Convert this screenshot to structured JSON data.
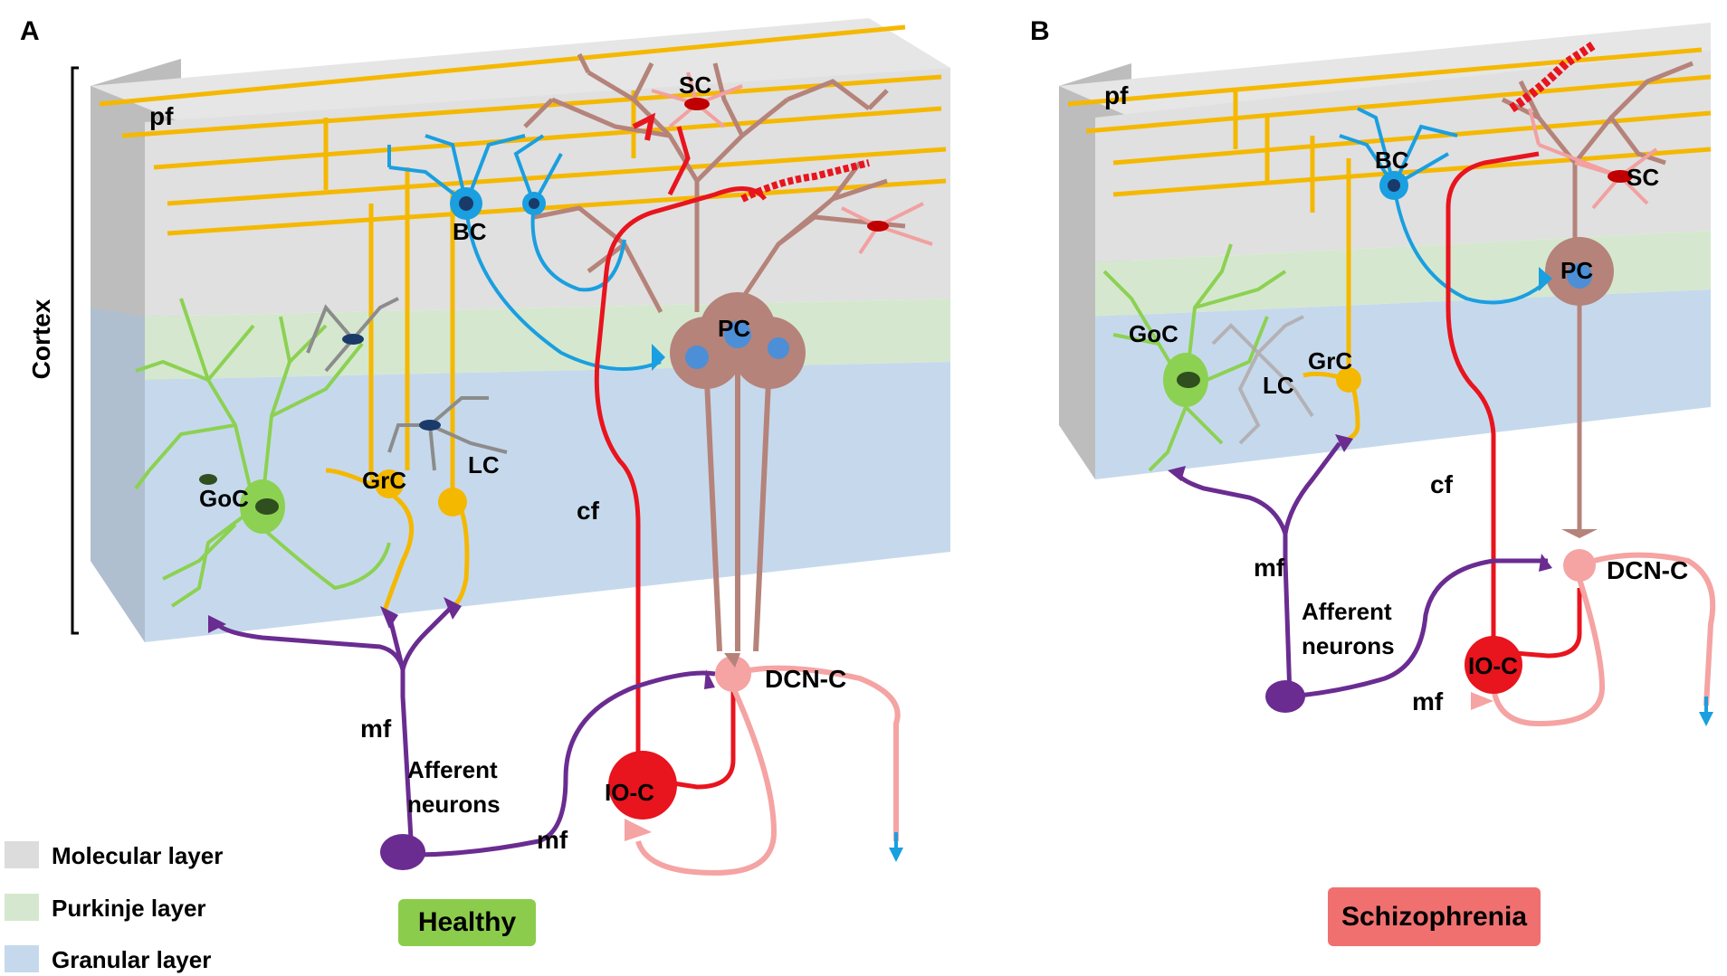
{
  "panels": {
    "a": {
      "letter": "A",
      "condition": "Healthy",
      "labels": {
        "pf": "pf",
        "sc": "SC",
        "bc": "BC",
        "pc": "PC",
        "goc": "GoC",
        "grc": "GrC",
        "lc": "LC",
        "cf": "cf",
        "mf1": "mf",
        "mf2": "mf",
        "afferent1": "Afferent",
        "afferent2": "neurons",
        "dcn": "DCN-C",
        "io": "IO-C"
      }
    },
    "b": {
      "letter": "B",
      "condition": "Schizophrenia",
      "labels": {
        "pf": "pf",
        "sc": "SC",
        "bc": "BC",
        "pc": "PC",
        "goc": "GoC",
        "grc": "GrC",
        "lc": "LC",
        "cf": "cf",
        "mf1": "mf",
        "mf2": "mf",
        "afferent1": "Afferent",
        "afferent2": "neurons",
        "dcn": "DCN-C",
        "io": "IO-C"
      }
    }
  },
  "cortex_label": "Cortex",
  "legend": [
    {
      "label": "Molecular layer",
      "color": "#dcdcdc"
    },
    {
      "label": "Purkinje layer",
      "color": "#d5e8cf"
    },
    {
      "label": "Granular layer",
      "color": "#c6d9ec"
    }
  ],
  "colors": {
    "healthy_badge": "#8ccc4c",
    "schizophrenia_badge": "#f07070",
    "parallel_fiber": "#f5b800",
    "basket_cell": "#1a9fe0",
    "purkinje_cell": "#b5837a",
    "climbing_fiber": "#e8141e",
    "golgi_cell": "#8cd152",
    "lugaro_cell": "#8c8c8c",
    "mossy_fiber": "#6a2c91",
    "dcn_cell": "#f5a3a3"
  }
}
